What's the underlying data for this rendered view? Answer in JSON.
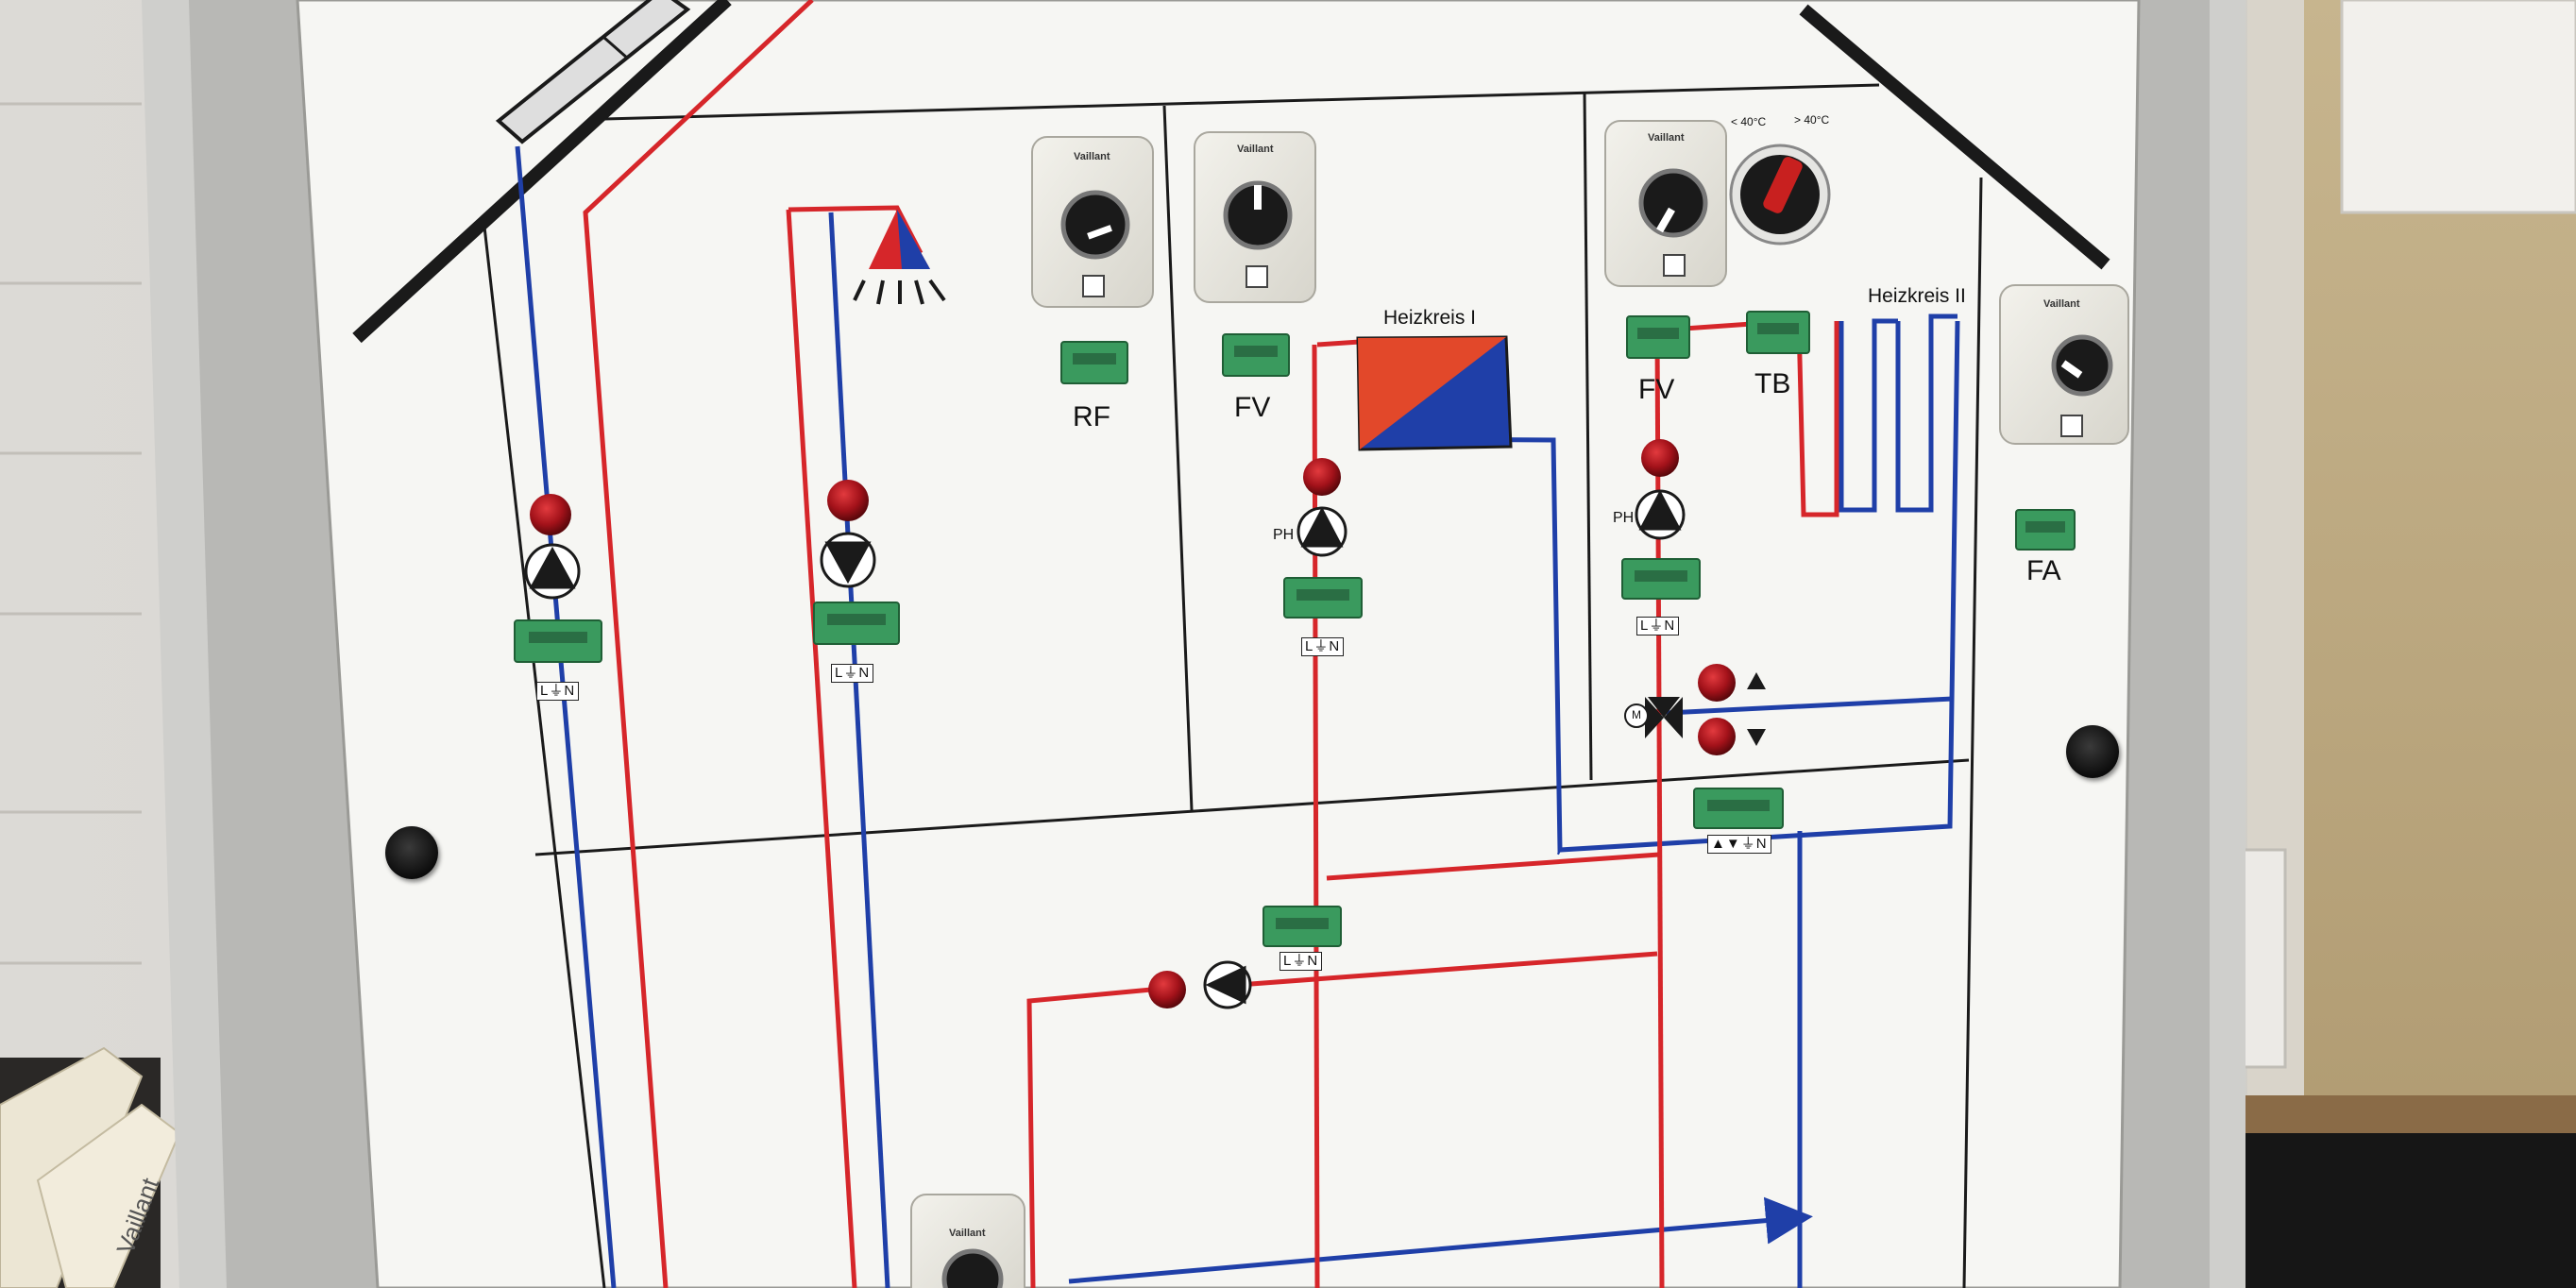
{
  "board": {
    "zones": {
      "rf": "RF",
      "fv_left": "FV",
      "fv_right": "FV",
      "tb": "TB",
      "fa": "FA"
    },
    "circuits": {
      "heating_circuit_1": "Heizkreis I",
      "heating_circuit_2": "Heizkreis II"
    },
    "thermostat_markings": {
      "below_40": "< 40°C",
      "above_40": "> 40°C"
    },
    "controller_brand": "Vaillant",
    "pump_labels": {
      "pump_ph_1": "PH",
      "pump_ph_2": "PH"
    },
    "mixer_motor": "M",
    "connectors": {
      "ln": "L⏚N",
      "mixer": "▲▼⏚N"
    },
    "arrows": {
      "up": "▲",
      "down": "▼"
    }
  },
  "colors": {
    "supply_line": "#d6262a",
    "return_line": "#1f3fa8",
    "board_white": "#f6f6f3",
    "frame": "#c9c9c6",
    "indicator_red": "#b3141c",
    "terminal_green": "#3a9a5e"
  }
}
